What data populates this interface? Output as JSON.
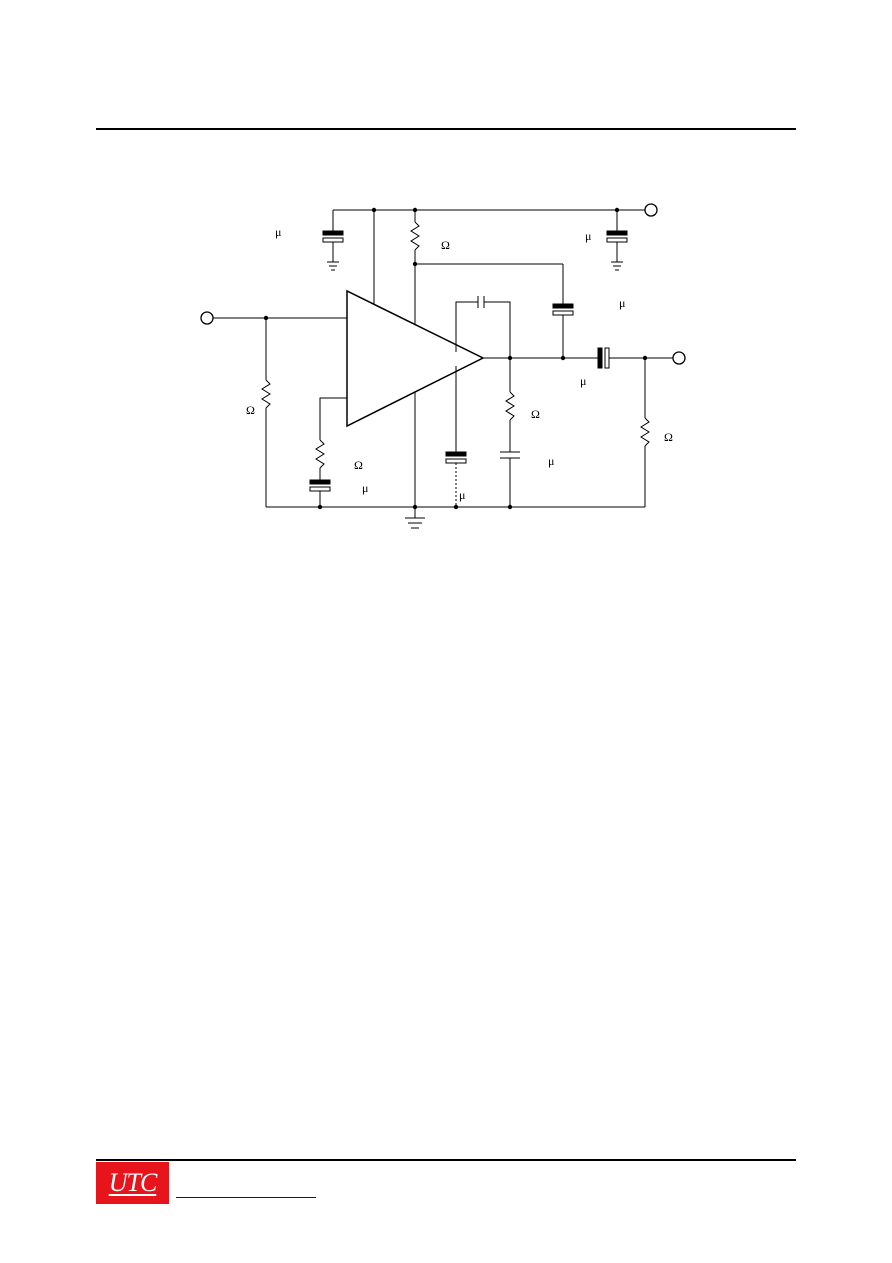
{
  "colors": {
    "line": "#000000",
    "logo_bg": "#e8141c",
    "link": "#0000ff"
  },
  "schematic": {
    "labels": {
      "c_supply_left_unit": "μ",
      "r_supply_unit": "Ω",
      "c_supply_right_unit": "μ",
      "c_bootstrap_unit": "μ",
      "c_output_unit": "μ",
      "r_input_unit": "Ω",
      "r_feedback_unit": "Ω",
      "c_feedback_unit": "μ",
      "r_zobel_unit": "Ω",
      "c_zobel_unit": "μ",
      "r_load_unit": "Ω",
      "c_ripple_unit": "μ"
    }
  },
  "footer": {
    "logo_text": "UTC",
    "link_text": ""
  }
}
